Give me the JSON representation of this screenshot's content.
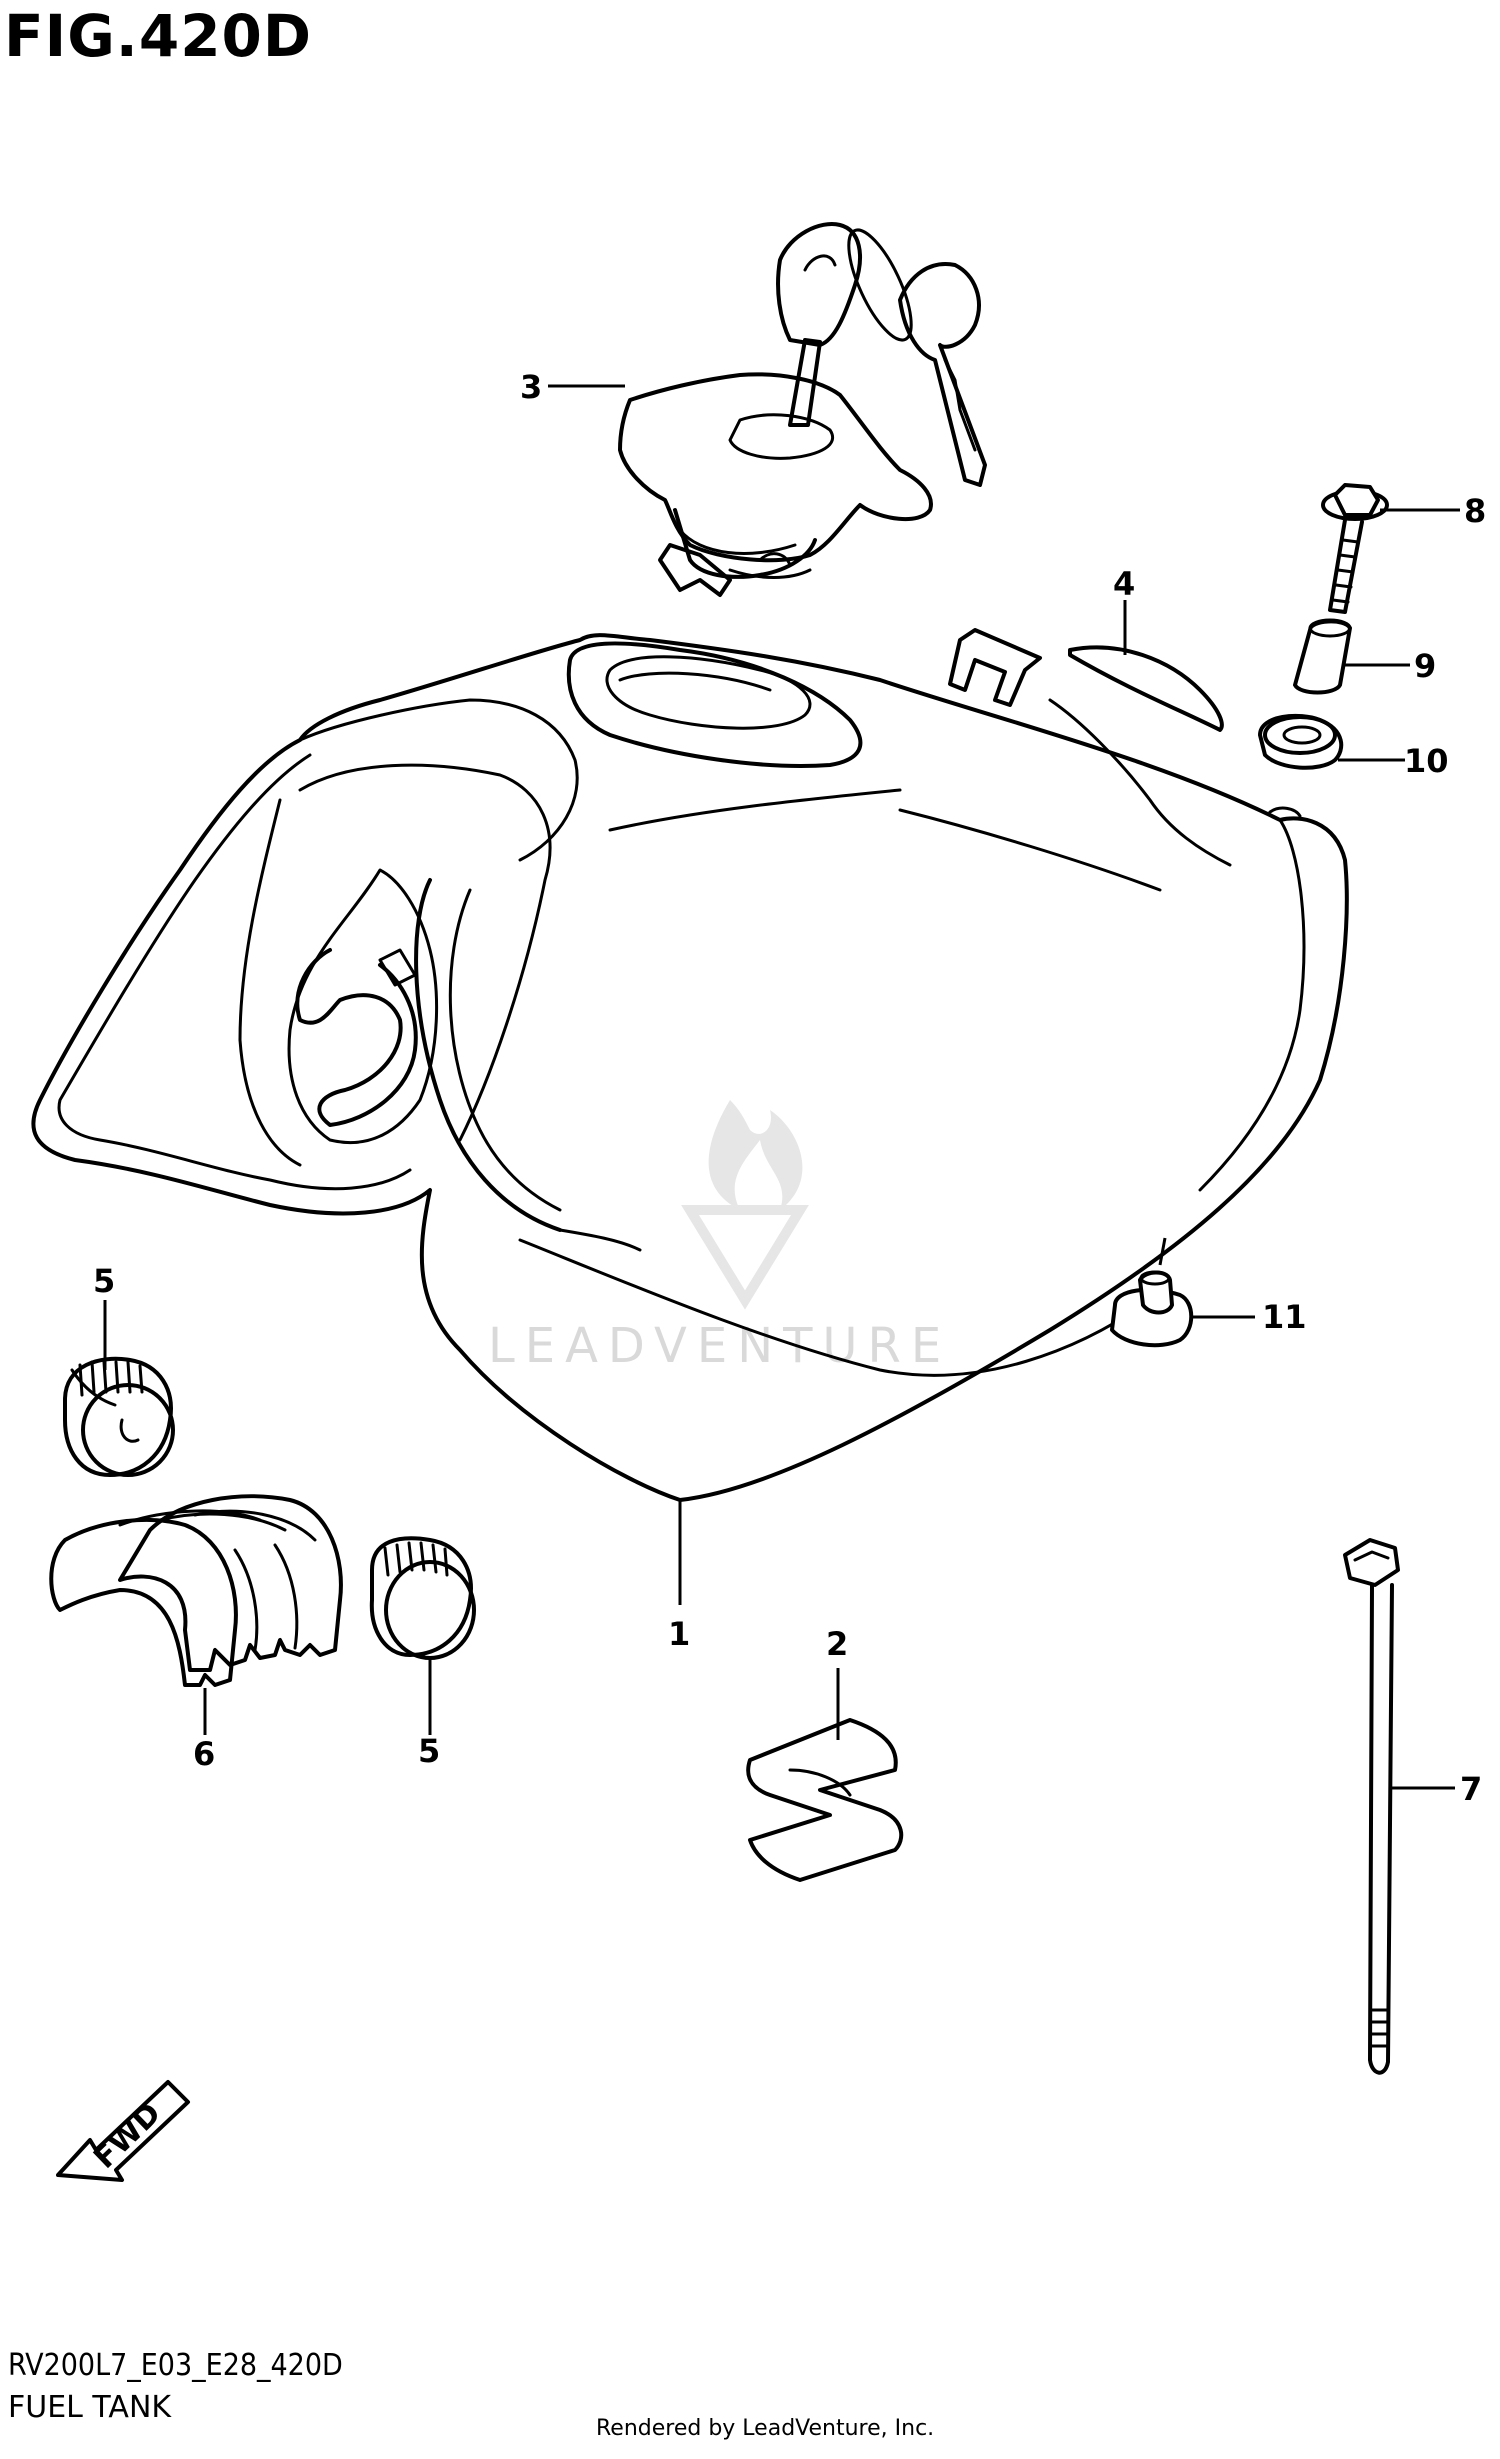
{
  "figure": {
    "title": "FIG.420D",
    "diagram_code": "RV200L7_E03_E28_420D",
    "name": "FUEL TANK",
    "credit": "Rendered by LeadVenture, Inc.",
    "watermark": "LEADVENTURE"
  },
  "direction_marker": {
    "label": "FWD",
    "icon": "fwd-arrow-icon"
  },
  "callouts": [
    {
      "id": "1",
      "part": "fuel-tank"
    },
    {
      "id": "2",
      "part": "suzuki-emblem"
    },
    {
      "id": "3",
      "part": "fuel-cap-with-keys"
    },
    {
      "id": "4",
      "part": "tank-pad"
    },
    {
      "id": "5",
      "part": "cushion-front"
    },
    {
      "id": "5",
      "part": "cushion-rear"
    },
    {
      "id": "6",
      "part": "tank-cushion"
    },
    {
      "id": "7",
      "part": "cable-tie"
    },
    {
      "id": "8",
      "part": "bolt"
    },
    {
      "id": "9",
      "part": "spacer"
    },
    {
      "id": "10",
      "part": "grommet"
    },
    {
      "id": "11",
      "part": "cushion-rubber"
    }
  ],
  "colors": {
    "line": "#000000",
    "background": "#ffffff",
    "watermark": "#d9d9d9"
  }
}
